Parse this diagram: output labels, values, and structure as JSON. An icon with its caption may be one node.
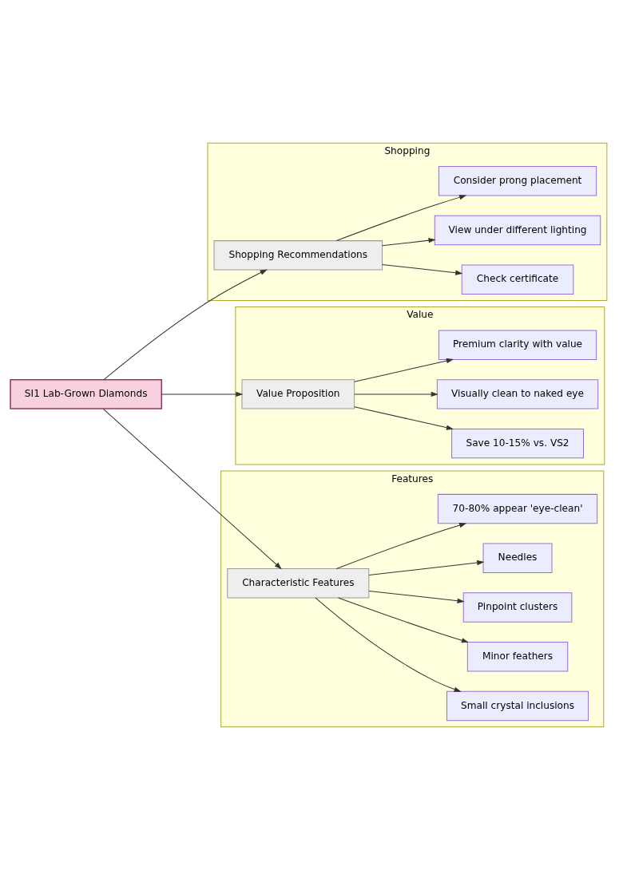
{
  "diagram": {
    "nodes": [
      {
        "text": [
          "SI1 Lab-Grown Diamonds"
        ]
      },
      {
        "text": [
          "Shopping"
        ]
      },
      {
        "text": [
          "Shopping Recommendations"
        ],
        "in": 1
      },
      {
        "text": [
          "Check certificate"
        ],
        "in": 1
      },
      {
        "text": [
          "View under different lighting"
        ],
        "in": 1
      },
      {
        "text": [
          "Consider prong placement"
        ],
        "in": 1
      },
      {
        "text": [
          "Value"
        ]
      },
      {
        "text": [
          "Value Proposition"
        ],
        "in": 6
      },
      {
        "text": [
          "Save 10-15% vs. VS2"
        ],
        "in": 6
      },
      {
        "text": [
          "Visually clean to naked eye"
        ],
        "in": 6
      },
      {
        "text": [
          "Premium clarity with value"
        ],
        "in": 6
      },
      {
        "text": [
          "Features"
        ]
      },
      {
        "text": [
          "Characteristic Features"
        ],
        "in": 11
      },
      {
        "text": [
          "Small crystal inclusions"
        ],
        "in": 11
      },
      {
        "text": [
          "Minor feathers"
        ],
        "in": 11
      },
      {
        "text": [
          "Pinpoint clusters"
        ],
        "in": 11
      },
      {
        "text": [
          "Needles"
        ],
        "in": 11
      },
      {
        "text": [
          "70-80% appear 'eye-clean'"
        ],
        "in": 11
      }
    ],
    "edges": [
      {
        "from": 0,
        "to": 2,
        "arrow": "to"
      },
      {
        "from": 0,
        "to": 7,
        "arrow": "to"
      },
      {
        "from": 0,
        "to": 12,
        "arrow": "to"
      },
      {
        "from": 2,
        "to": 3,
        "arrow": "to"
      },
      {
        "from": 2,
        "to": 4,
        "arrow": "to"
      },
      {
        "from": 2,
        "to": 5,
        "arrow": "to"
      },
      {
        "from": 7,
        "to": 8,
        "arrow": "to"
      },
      {
        "from": 7,
        "to": 9,
        "arrow": "to"
      },
      {
        "from": 7,
        "to": 10,
        "arrow": "to"
      },
      {
        "from": 12,
        "to": 13,
        "arrow": "to"
      },
      {
        "from": 12,
        "to": 14,
        "arrow": "to"
      },
      {
        "from": 12,
        "to": 15,
        "arrow": "to"
      },
      {
        "from": 12,
        "to": 16,
        "arrow": "to"
      },
      {
        "from": 12,
        "to": 17,
        "arrow": "to"
      }
    ]
  }
}
